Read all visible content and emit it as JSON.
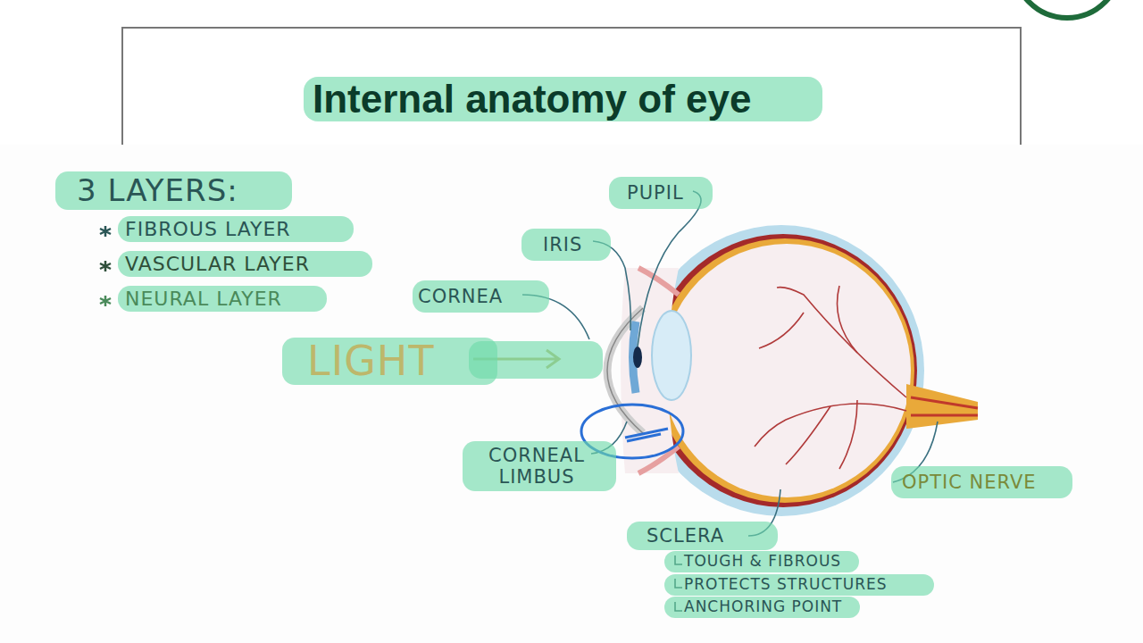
{
  "diagram": {
    "title": "Internal anatomy of eye",
    "labels": [
      "3 LAYERS:",
      "FIBROUS LAYER",
      "VASCULAR LAYER",
      "NEURAL LAYER",
      "PUPIL",
      "IRIS",
      "CORNEA",
      "LIGHT",
      "CORNEAL LIMBUS",
      "SCLERA",
      "TOUGH & FIBROUS",
      "PROTECTS STRUCTURES",
      "ANCHORING POINT",
      "OPTIC NERVE"
    ]
  }
}
